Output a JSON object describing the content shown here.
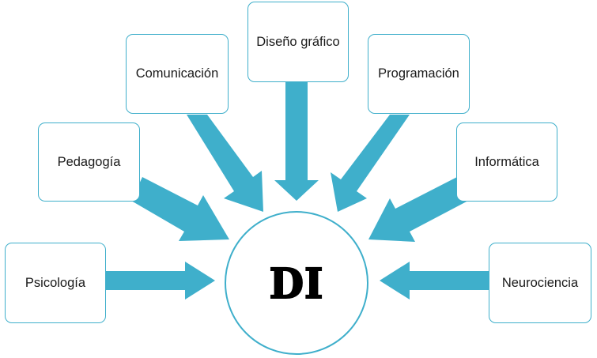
{
  "center": {
    "label": "DI"
  },
  "nodes": [
    {
      "id": "psicologia",
      "label": "Psicología"
    },
    {
      "id": "pedagogia",
      "label": "Pedagogía"
    },
    {
      "id": "comunicacion",
      "label": "Comunicación"
    },
    {
      "id": "diseno-grafico",
      "label": "Diseño gráfico"
    },
    {
      "id": "programacion",
      "label": "Programación"
    },
    {
      "id": "informatica",
      "label": "Informática"
    },
    {
      "id": "neurociencia",
      "label": "Neurociencia"
    }
  ],
  "colors": {
    "accent": "#3FAFCB",
    "text": "#1a1a1a",
    "background": "#ffffff"
  }
}
